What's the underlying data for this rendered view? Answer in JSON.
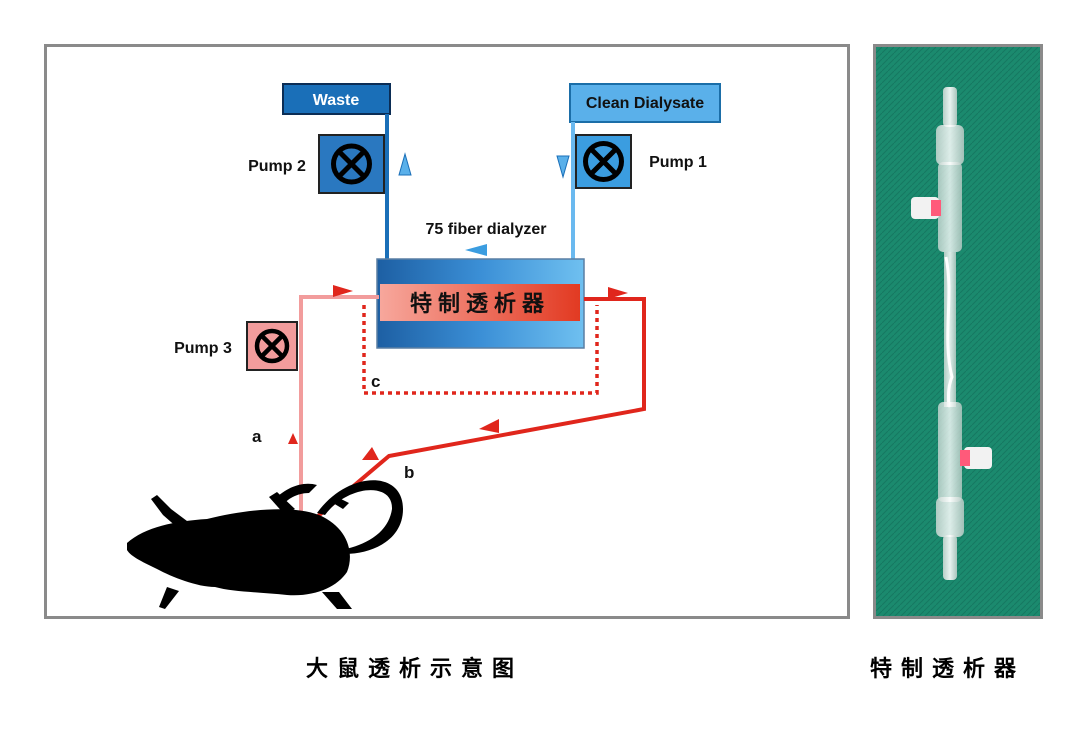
{
  "diagram": {
    "waste_label": "Waste",
    "clean_dialysate_label": "Clean Dialysate",
    "pump1_label": "Pump 1",
    "pump2_label": "Pump 2",
    "pump3_label": "Pump 3",
    "dialyzer_caption": "75 fiber dialyzer",
    "dialyzer_inner_label": "特制透析器",
    "line_a_label": "a",
    "line_b_label": "b",
    "line_c_label": "c"
  },
  "captions": {
    "left": "大鼠透析示意图",
    "right": "特制透析器"
  },
  "colors": {
    "waste_blue": "#1a6fb8",
    "dialysate_blue": "#5ab0ea",
    "arterial_pink": "#f29c9c",
    "venous_red": "#e0261c",
    "photo_background": "#1b8a6e",
    "frame_gray": "#8a8a8a"
  },
  "icons": [
    "pump-icon",
    "flow-arrow-icon",
    "rat-silhouette",
    "dialyzer-photo"
  ]
}
